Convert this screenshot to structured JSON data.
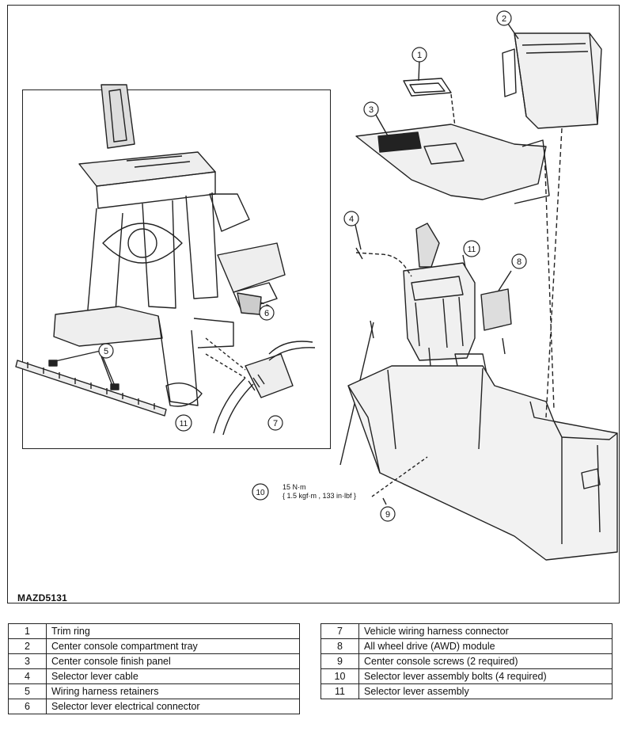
{
  "figure": {
    "code": "MAZD5131",
    "torque_spec": {
      "line1": "15 N·m",
      "line2": "{ 1.5 kgf·m , 133 in·lbf }"
    },
    "callouts": [
      {
        "num": "1"
      },
      {
        "num": "2"
      },
      {
        "num": "3"
      },
      {
        "num": "4"
      },
      {
        "num": "5"
      },
      {
        "num": "6"
      },
      {
        "num": "7"
      },
      {
        "num": "8"
      },
      {
        "num": "9"
      },
      {
        "num": "10"
      },
      {
        "num": "11"
      }
    ]
  },
  "legend_left": [
    {
      "num": "1",
      "label": "Trim ring"
    },
    {
      "num": "2",
      "label": "Center console compartment tray"
    },
    {
      "num": "3",
      "label": "Center console finish panel"
    },
    {
      "num": "4",
      "label": "Selector lever cable"
    },
    {
      "num": "5",
      "label": "Wiring harness retainers"
    },
    {
      "num": "6",
      "label": "Selector lever electrical connector"
    }
  ],
  "legend_right": [
    {
      "num": "7",
      "label": "Vehicle wiring harness connector"
    },
    {
      "num": "8",
      "label": "All wheel drive (AWD) module"
    },
    {
      "num": "9",
      "label": "Center console screws (2 required)"
    },
    {
      "num": "10",
      "label": "Selector lever assembly bolts (4 required)"
    },
    {
      "num": "11",
      "label": "Selector lever assembly"
    }
  ]
}
